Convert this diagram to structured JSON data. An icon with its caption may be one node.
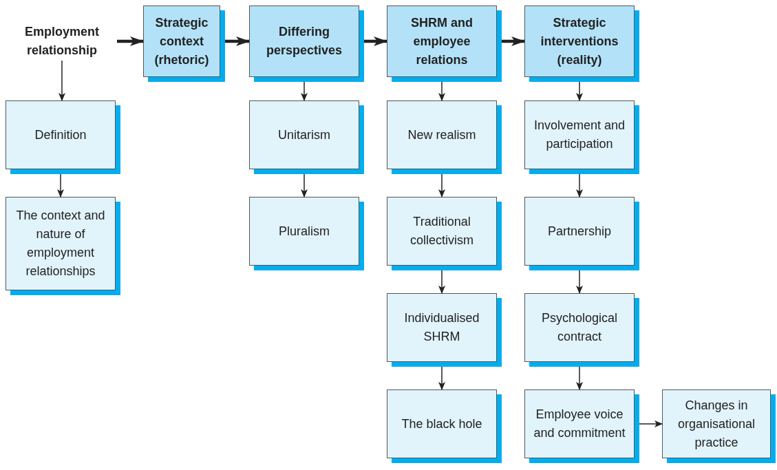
{
  "diagram": {
    "nodes": [
      {
        "text": [
          "Employment relationship"
        ]
      },
      {
        "text": [
          "Strategic context (rhetoric)"
        ]
      },
      {
        "text": [
          "Differing perspectives"
        ]
      },
      {
        "text": [
          "SHRM and employee relations"
        ]
      },
      {
        "text": [
          "Strategic interventions (reality)"
        ]
      },
      {
        "text": [
          "Definition"
        ]
      },
      {
        "text": [
          "The context and nature of employment relationships"
        ]
      },
      {
        "text": [
          "Unitarism"
        ]
      },
      {
        "text": [
          "Pluralism"
        ]
      },
      {
        "text": [
          "New realism"
        ]
      },
      {
        "text": [
          "Traditional collectivism"
        ]
      },
      {
        "text": [
          "Individualised SHRM"
        ]
      },
      {
        "text": [
          "The black hole"
        ]
      },
      {
        "text": [
          "Involvement and participation"
        ]
      },
      {
        "text": [
          "Partnership"
        ]
      },
      {
        "text": [
          "Psychological contract"
        ]
      },
      {
        "text": [
          "Employee voice and commitment"
        ]
      },
      {
        "text": [
          "Changes in organisational practice"
        ]
      }
    ],
    "edges": [
      {
        "from": 0,
        "to": 1,
        "arrow": "to",
        "style": "thick"
      },
      {
        "from": 1,
        "to": 2,
        "arrow": "to",
        "style": "thick"
      },
      {
        "from": 2,
        "to": 3,
        "arrow": "to",
        "style": "thick"
      },
      {
        "from": 3,
        "to": 4,
        "arrow": "to",
        "style": "thick"
      },
      {
        "from": 0,
        "to": 5,
        "arrow": "to"
      },
      {
        "from": 5,
        "to": 6,
        "arrow": "to"
      },
      {
        "from": 2,
        "to": 7,
        "arrow": "to"
      },
      {
        "from": 7,
        "to": 8,
        "arrow": "to"
      },
      {
        "from": 3,
        "to": 9,
        "arrow": "to"
      },
      {
        "from": 9,
        "to": 10,
        "arrow": "to"
      },
      {
        "from": 10,
        "to": 11,
        "arrow": "to"
      },
      {
        "from": 11,
        "to": 12,
        "arrow": "to"
      },
      {
        "from": 4,
        "to": 13,
        "arrow": "to"
      },
      {
        "from": 13,
        "to": 14,
        "arrow": "to"
      },
      {
        "from": 14,
        "to": 15,
        "arrow": "to"
      },
      {
        "from": 15,
        "to": 16,
        "arrow": "to"
      },
      {
        "from": 16,
        "to": 17,
        "arrow": "to"
      }
    ]
  }
}
